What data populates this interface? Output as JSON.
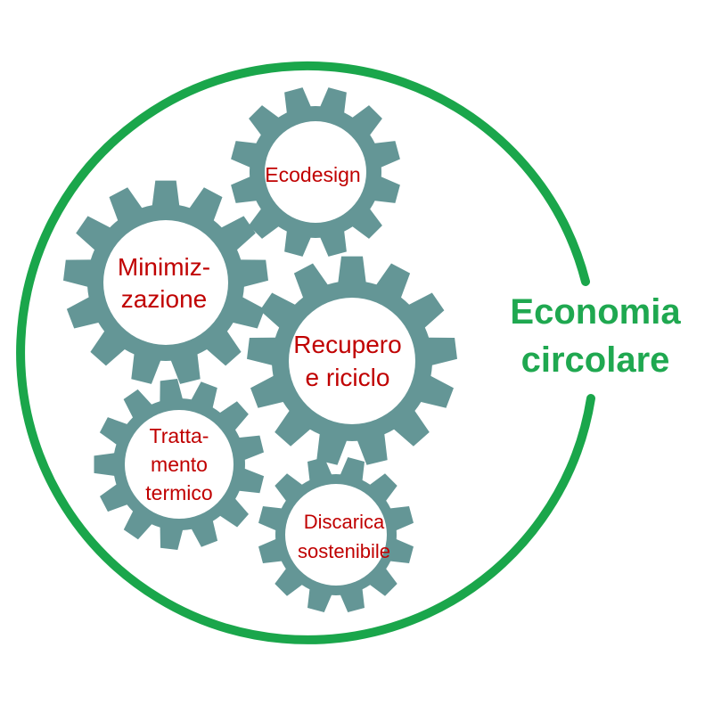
{
  "title": {
    "text": "Economia\ncircolare"
  },
  "gears": [
    {
      "id": "ecodesign",
      "label": "Ecodesign"
    },
    {
      "id": "minimizzazione",
      "label": "Minimiz-\nzazione"
    },
    {
      "id": "recupero-e-riciclo",
      "label": "Recupero\ne riciclo"
    },
    {
      "id": "trattamento-termico",
      "label": "Tratta-\nmento\ntermico"
    },
    {
      "id": "discarica-sostenibile",
      "label": "Discarica\nsostenibile"
    }
  ],
  "colors": {
    "gear": "#649696",
    "label": "#c00000",
    "circle": "#1aa64b",
    "title": "#1fa850",
    "background": "#ffffff"
  }
}
